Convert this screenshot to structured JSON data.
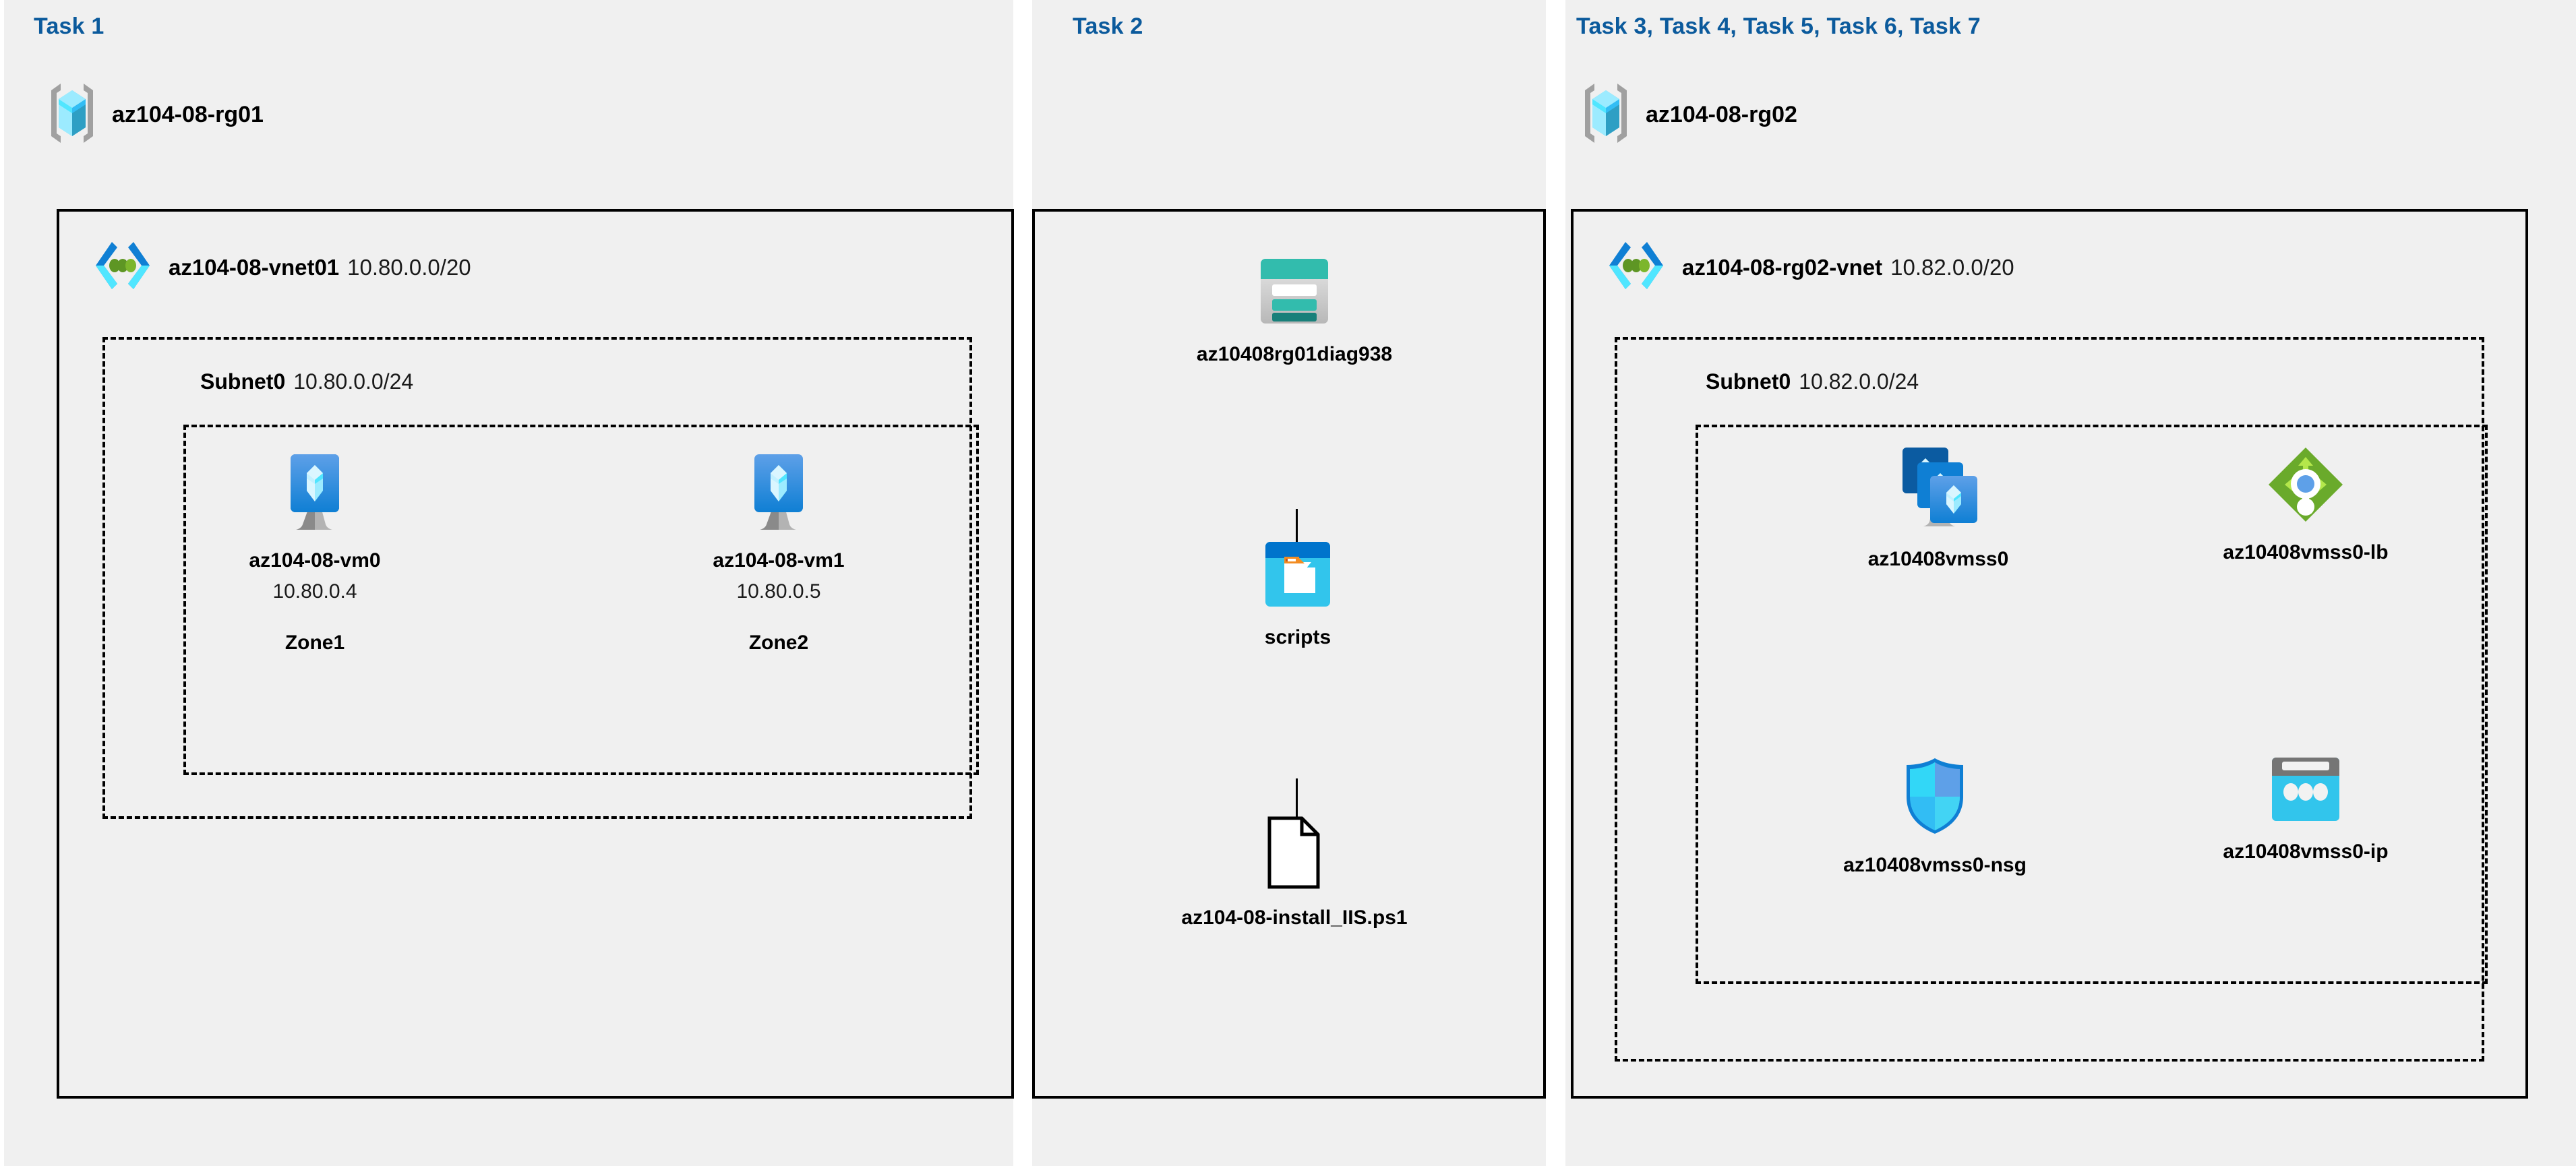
{
  "colors": {
    "task_label": "#0b5a9c",
    "panel_bg": "#f0f0f0",
    "page_bg": "#ffffff",
    "border": "#000000",
    "azure_blue": "#0078d4",
    "azure_cyan": "#50e6ff",
    "storage_teal": "#32bcad",
    "lb_green": "#7ab929",
    "nsg_blue": "#32bdf4",
    "vnet_green_dot": "#5e9624"
  },
  "panels": [
    {
      "id": "task1",
      "label": "Task 1"
    },
    {
      "id": "task2",
      "label": "Task 2"
    },
    {
      "id": "task3",
      "label": "Task 3, Task 4, Task 5, Task 6, Task 7"
    }
  ],
  "task1": {
    "label": "Task 1",
    "resource_group": {
      "name": "az104-08-rg01",
      "icon": "resource-group-icon"
    },
    "vnet": {
      "name": "az104-08-vnet01",
      "cidr": "10.80.0.0/20",
      "icon": "virtual-network-icon"
    },
    "subnet": {
      "name": "Subnet0",
      "cidr": "10.80.0.0/24"
    },
    "vms": [
      {
        "name": "az104-08-vm0",
        "ip": "10.80.0.4",
        "zone": "Zone1",
        "icon": "virtual-machine-icon"
      },
      {
        "name": "az104-08-vm1",
        "ip": "10.80.0.5",
        "zone": "Zone2",
        "icon": "virtual-machine-icon"
      }
    ]
  },
  "task2": {
    "label": "Task 2",
    "storage_account": {
      "name": "az10408rg01diag938",
      "icon": "storage-account-icon"
    },
    "container": {
      "name": "scripts",
      "icon": "blob-container-icon"
    },
    "file": {
      "name": "az104-08-install_IIS.ps1",
      "icon": "file-icon"
    }
  },
  "task3": {
    "label": "Task 3, Task 4, Task 5, Task 6, Task 7",
    "resource_group": {
      "name": "az104-08-rg02",
      "icon": "resource-group-icon"
    },
    "vnet": {
      "name": "az104-08-rg02-vnet",
      "cidr": "10.82.0.0/20",
      "icon": "virtual-network-icon"
    },
    "subnet": {
      "name": "Subnet0",
      "cidr": "10.82.0.0/24"
    },
    "resources": [
      {
        "name": "az10408vmss0",
        "icon": "vm-scale-set-icon"
      },
      {
        "name": "az10408vmss0-lb",
        "icon": "load-balancer-icon"
      },
      {
        "name": "az10408vmss0-nsg",
        "icon": "network-security-group-icon"
      },
      {
        "name": "az10408vmss0-ip",
        "icon": "public-ip-address-icon"
      }
    ]
  }
}
